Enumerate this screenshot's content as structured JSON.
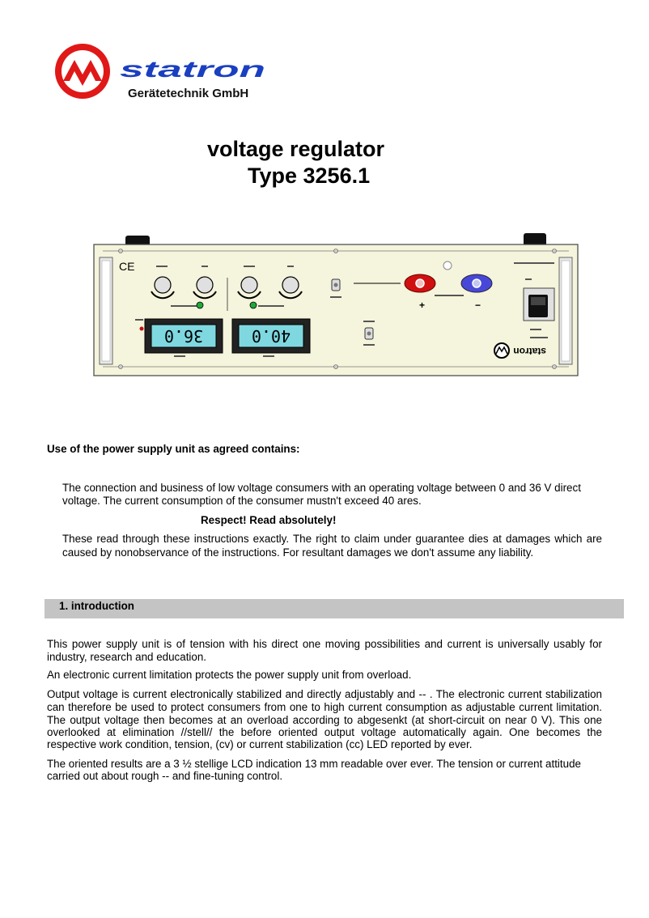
{
  "header": {
    "brand": "statron",
    "subbrand": "Gerätetechnik GmbH"
  },
  "title": {
    "line1": "voltage regulator",
    "line2": "Type 3256.1"
  },
  "device": {
    "ce_mark": "CE",
    "display_voltage": "36.0",
    "display_current": "40.0",
    "panel_brand": "statron"
  },
  "use": {
    "heading": "Use of the power supply unit as agreed contains:",
    "p1_l1": "The connection and business of low voltage consumers with an operating voltage between 0 and 36 V direct",
    "p1_l2": "voltage. The current consumption of the consumer mustn't exceed 40 ares.",
    "warning": "Respect! Read absolutely!",
    "p2_l1": "These read through these instructions exactly. The right to claim under guarantee dies at damages which are",
    "p2_l2": "caused by nonobservance of the instructions. For resultant damages we don't assume any liability."
  },
  "intro": {
    "heading": "1. introduction",
    "p1_l1": "This power supply unit is of tension with his direct one moving possibilities and current is universally usably for",
    "p1_l2": "industry, research and education.",
    "p2": "An electronic current limitation protects the power supply unit from overload.",
    "p3_l1": "Output voltage is current electronically stabilized and directly adjustably and -- . The electronic current stabilization",
    "p3_l2": "can therefore be used to protect consumers from one to high current consumption as adjustable current limitation.",
    "p3_l3": "The output voltage then becomes at an overload according to abgesenkt (at short-circuit on near 0 V). This one",
    "p3_l4": "overlooked at elimination //stell// the before oriented output voltage automatically again. One becomes the",
    "p3_l5": "respective work condition, tension, (cv) or current stabilization (cc) LED reported by ever.",
    "p4_l1": "The oriented results are a 3 ½ stellige LCD indication 13 mm readable over ever. The tension or current attitude",
    "p4_l2": "carried out about rough -- and fine-tuning control."
  }
}
